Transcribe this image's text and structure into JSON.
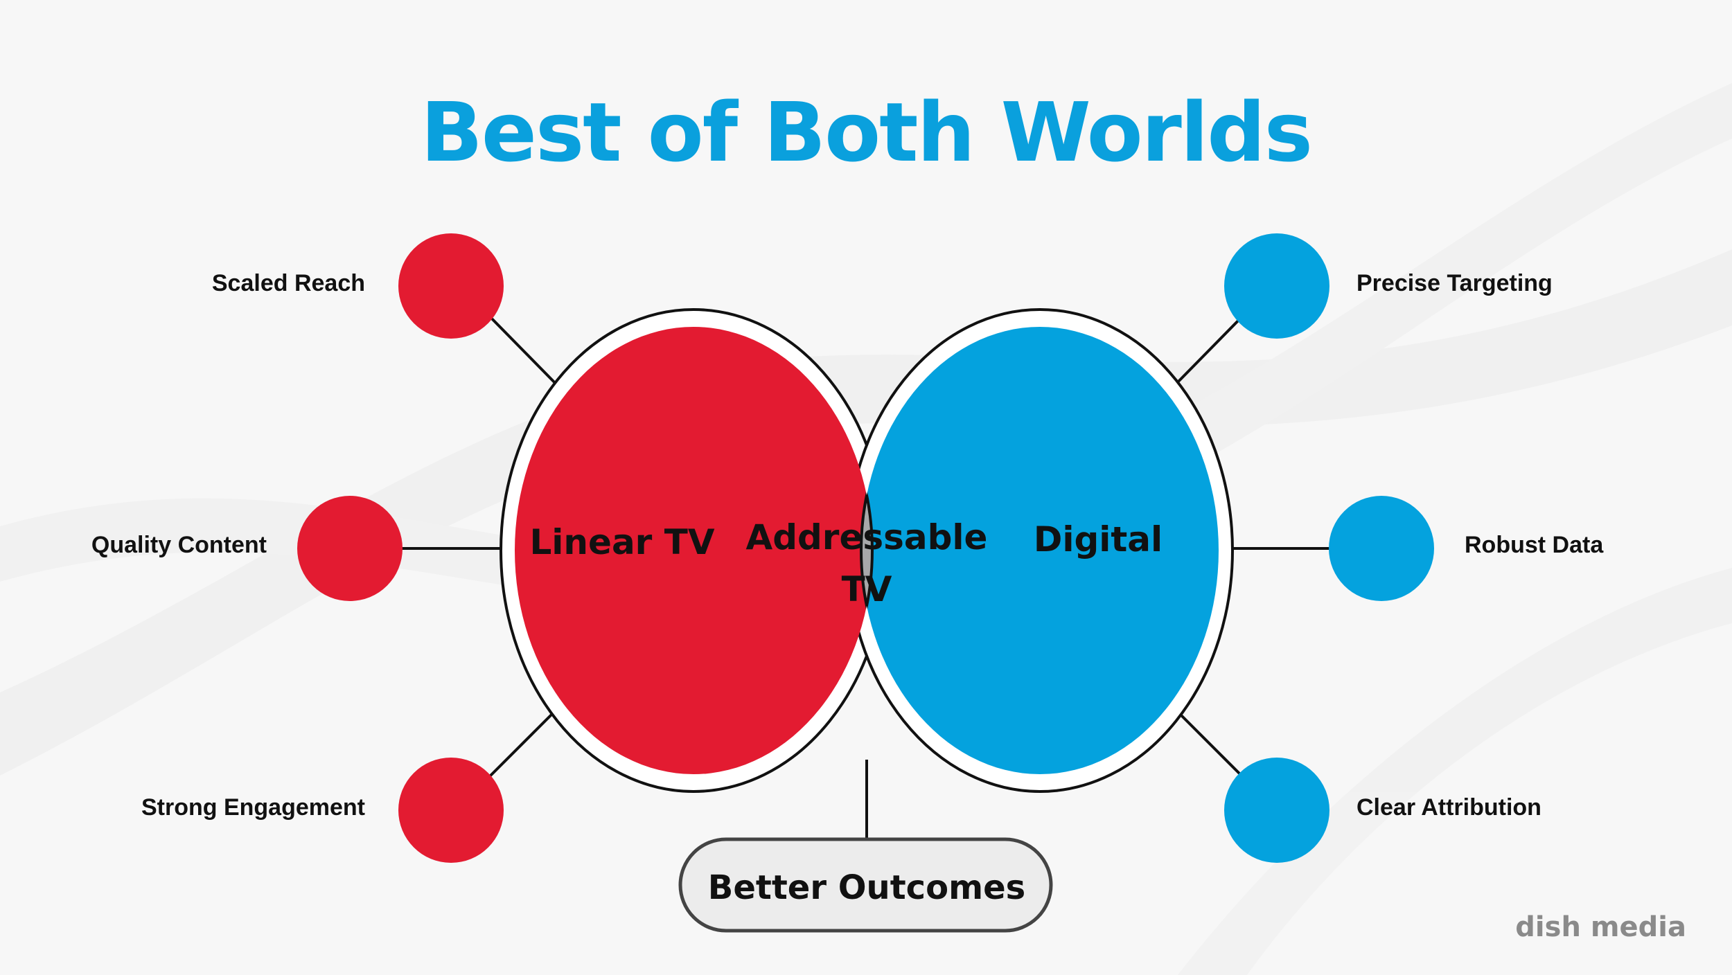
{
  "title": "Best of Both Worlds",
  "venn": {
    "left_label": "Linear TV",
    "right_label": "Digital",
    "overlap_label_line1": "Addressable",
    "overlap_label_line2": "TV"
  },
  "left_benefits": [
    "Scaled Reach",
    "Quality Content",
    "Strong Engagement"
  ],
  "right_benefits": [
    "Precise Targeting",
    "Robust Data",
    "Clear Attribution"
  ],
  "outcome": "Better Outcomes",
  "logo": "dish media",
  "colors": {
    "title": "#0aa0dd",
    "red": "#e31b31",
    "blue": "#04a2de",
    "overlap": "#a8a8aa",
    "outline": "#111111"
  }
}
